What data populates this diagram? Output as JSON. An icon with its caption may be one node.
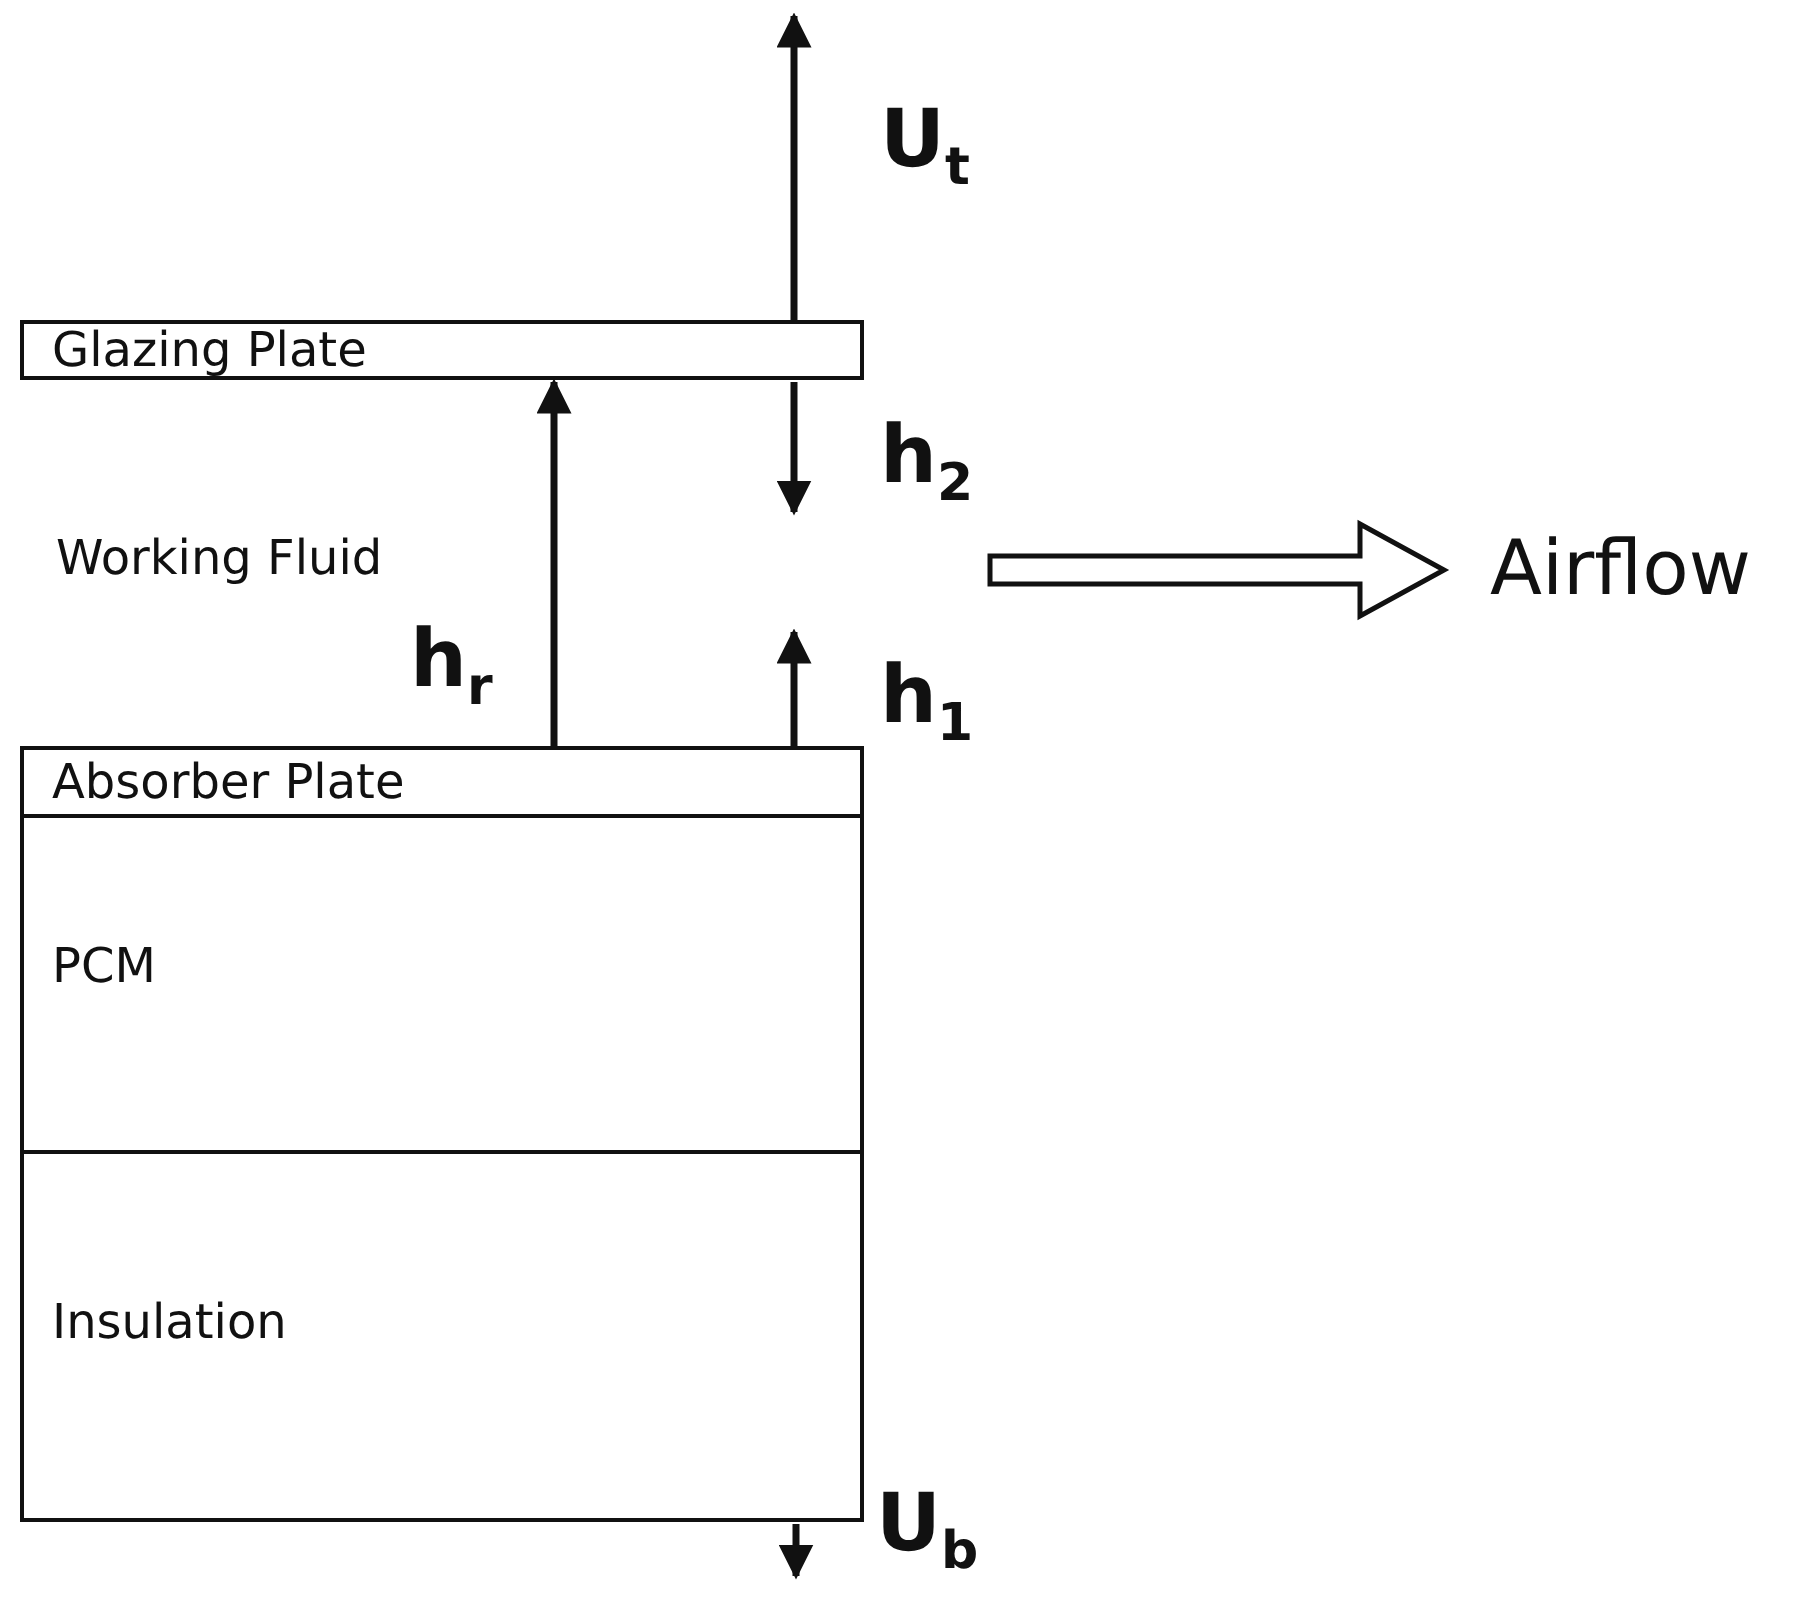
{
  "diagram": {
    "nodes": [
      {
        "text": [
          "Glazing Plate"
        ]
      },
      {
        "text": [
          "Absorber Plate"
        ]
      },
      {
        "text": [
          "PCM"
        ]
      },
      {
        "text": [
          "Insulation"
        ]
      }
    ],
    "edges": [
      {
        "from": 0,
        "to": null,
        "arrow": "to",
        "label": "U$_{t}$"
      },
      {
        "from": 0,
        "to": null,
        "arrow": "to",
        "label": "h$_{2}$"
      },
      {
        "from": 1,
        "to": 0,
        "arrow": "to",
        "label": "h$_{r}$"
      },
      {
        "from": 1,
        "to": null,
        "arrow": "to",
        "label": "h$_{1}$"
      },
      {
        "from": 3,
        "to": null,
        "arrow": "to",
        "label": "U$_{b}$"
      }
    ],
    "labels": [
      "Working Fluid",
      "Airflow"
    ]
  }
}
